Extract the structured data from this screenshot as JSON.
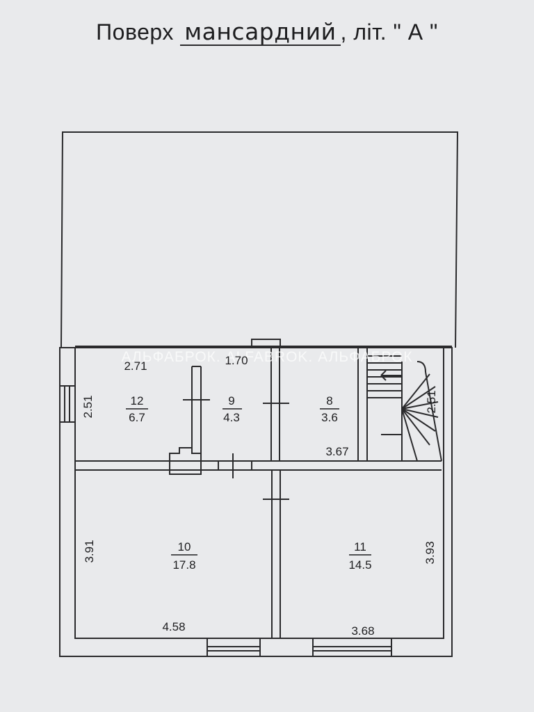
{
  "title": {
    "prefix": "Поверх",
    "handwritten": "мансардний",
    "suffix": ", літ. \" А \""
  },
  "watermark": "АЛЬФАБРОК. ALFABROK. АЛЬФАБРОК",
  "rooms": [
    {
      "number": "12",
      "area": "6.7"
    },
    {
      "number": "9",
      "area": "4.3"
    },
    {
      "number": "8",
      "area": "3.6"
    },
    {
      "number": "10",
      "area": "17.8"
    },
    {
      "number": "11",
      "area": "14.5"
    }
  ],
  "dimensions": {
    "d1": "2.71",
    "d2": "1.70",
    "d3": "2.51",
    "d4": "2.51",
    "d5": "3.67",
    "d6": "3.91",
    "d7": "3.93",
    "d8": "4.58",
    "d9": "3.68"
  },
  "colors": {
    "paper": "#e9eaec",
    "ink": "#1d1d1f"
  }
}
